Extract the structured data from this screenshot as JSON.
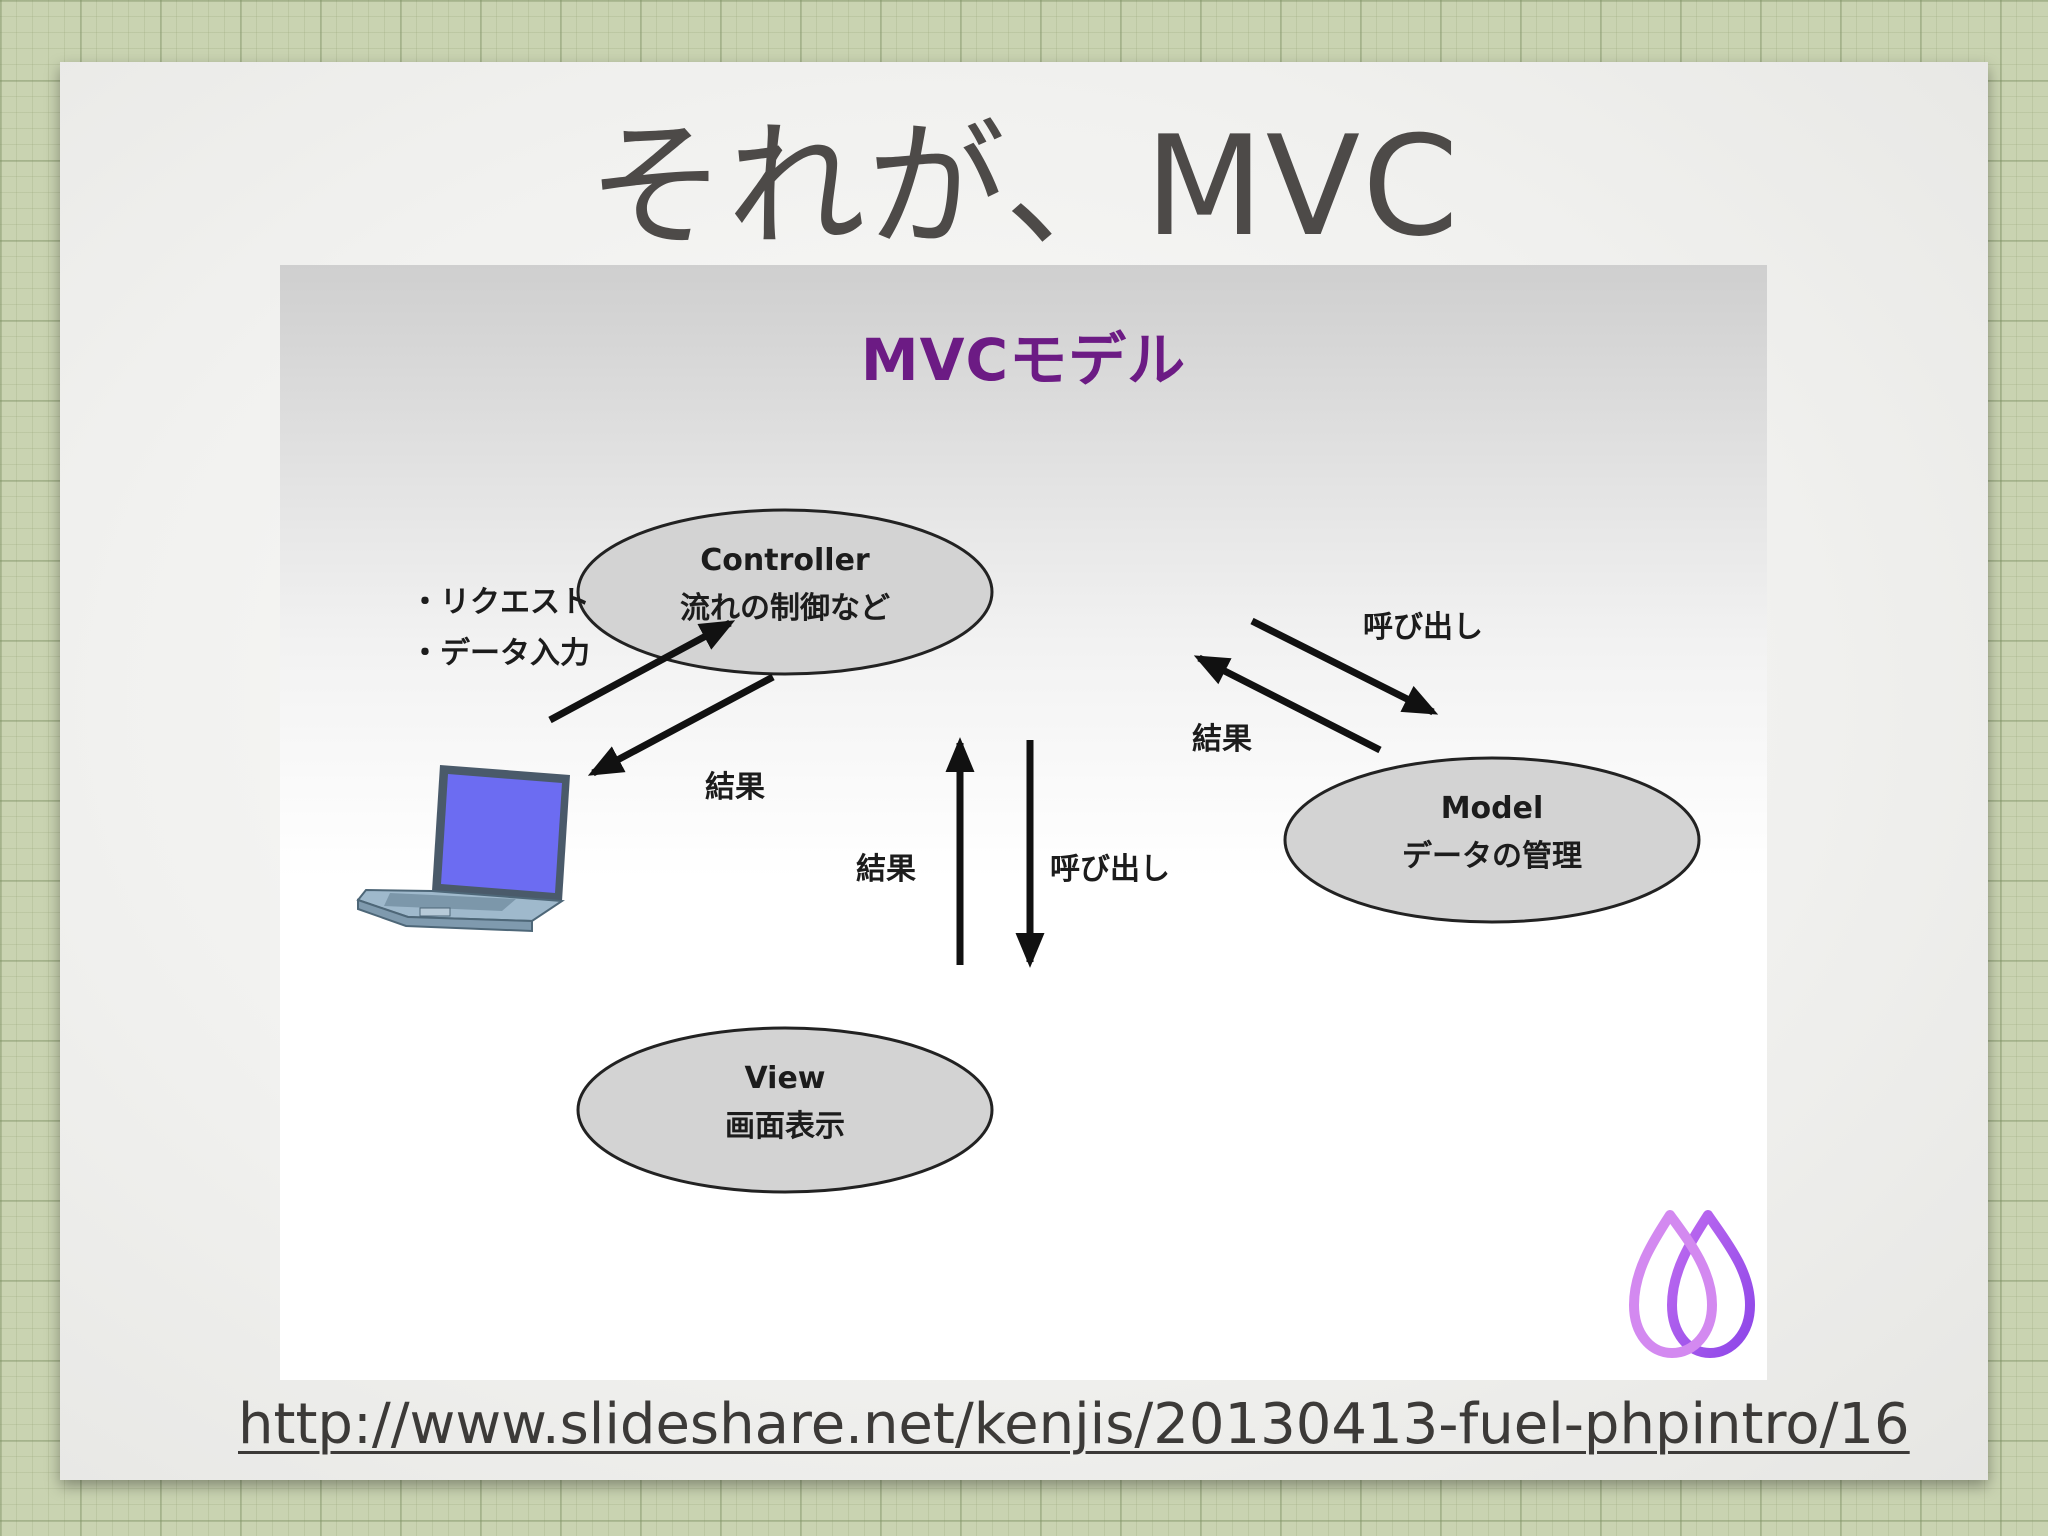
{
  "slide": {
    "title": "それが、MVC",
    "source_url": "http://www.slideshare.net/kenjis/20130413-fuel-phpintro/16"
  },
  "diagram": {
    "title": "MVCモデル",
    "title_color": "#6c1b84",
    "nodes": {
      "controller": {
        "name": "Controller",
        "desc": "流れの制御など"
      },
      "model": {
        "name": "Model",
        "desc": "データの管理"
      },
      "view": {
        "name": "View",
        "desc": "画面表示"
      },
      "client": {
        "icon": "laptop-icon"
      }
    },
    "edges": {
      "client_to_controller": [
        "・リクエスト",
        "・データ入力"
      ],
      "controller_to_client": "結果",
      "controller_to_model": "呼び出し",
      "model_to_controller": "結果",
      "view_to_controller": "結果",
      "controller_to_view": "呼び出し"
    },
    "logo_icon": "fuelphp-drop-logo"
  }
}
